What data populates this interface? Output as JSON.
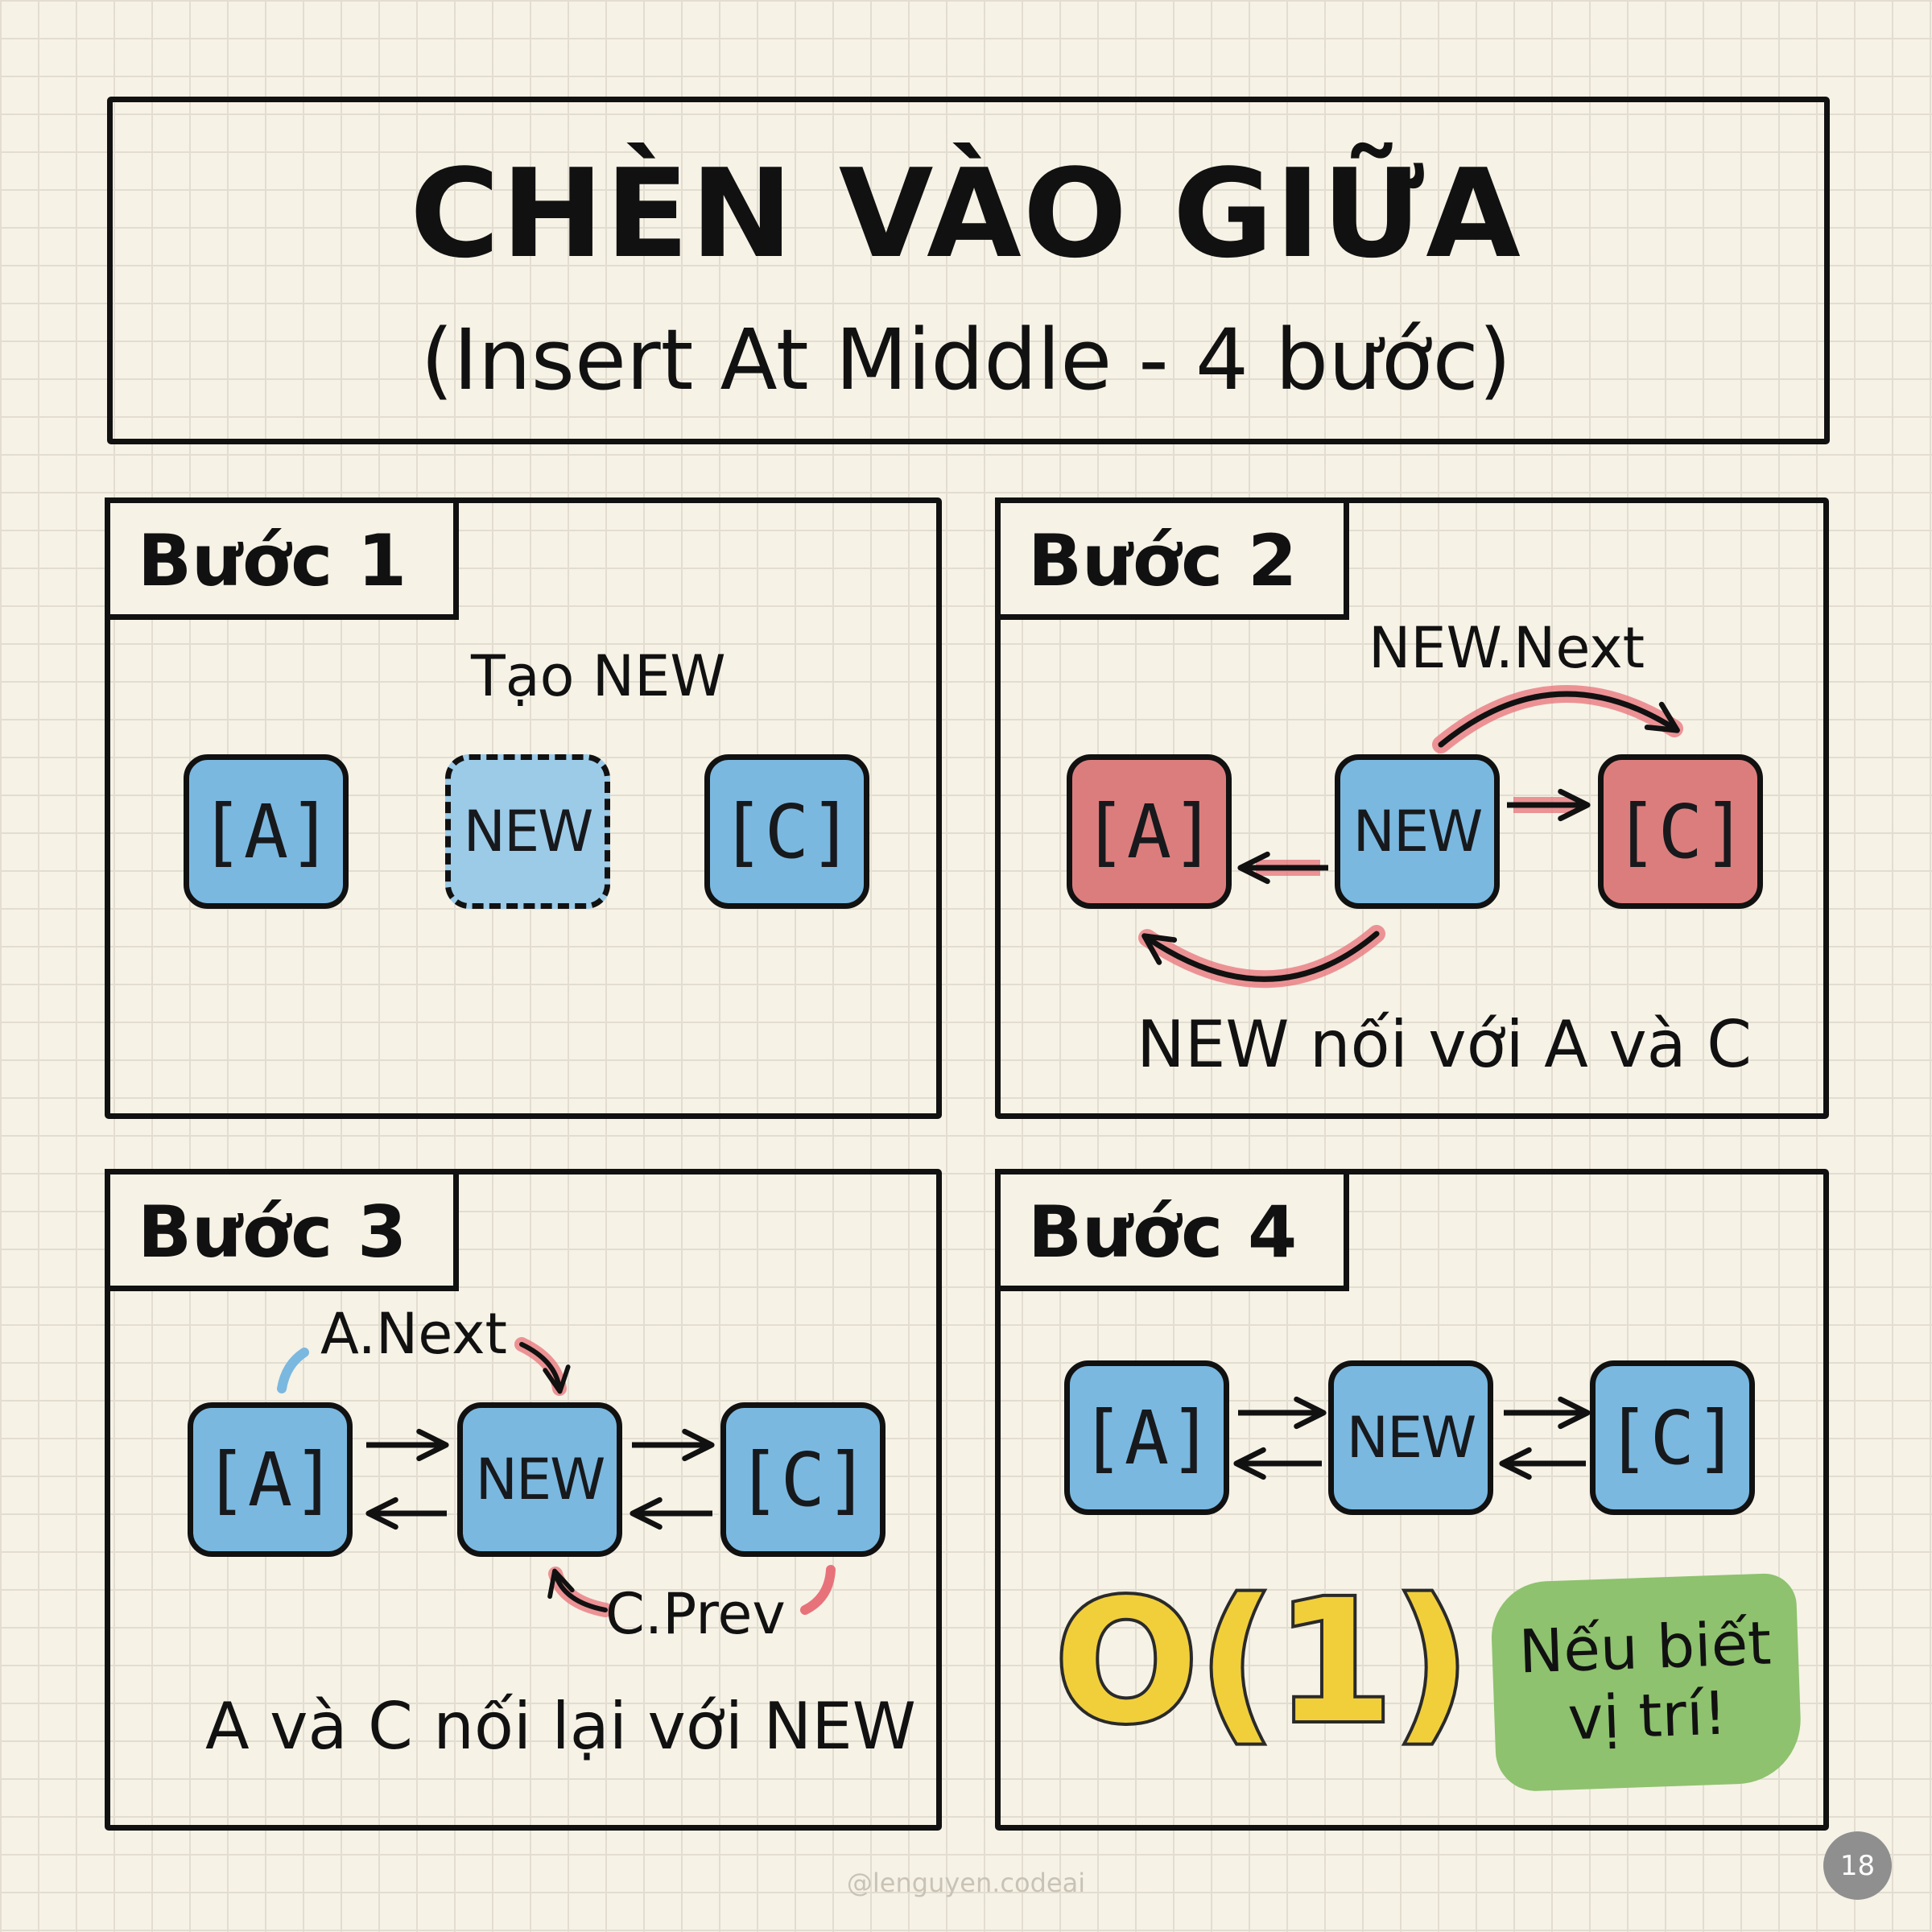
{
  "header": {
    "title": "CHÈN VÀO GIỮA",
    "subtitle": "(Insert At Middle - 4 bước)"
  },
  "steps": [
    {
      "tag": "Bước 1",
      "top_label": "Tạo NEW",
      "nodes": [
        "[A]",
        "NEW",
        "[C]"
      ]
    },
    {
      "tag": "Bước 2",
      "top_label": "NEW.Next",
      "nodes": [
        "[A]",
        "NEW",
        "[C]"
      ],
      "caption": "NEW nối với A và C"
    },
    {
      "tag": "Bước 3",
      "top_label": "A.Next",
      "bottom_label": "C.Prev",
      "nodes": [
        "[A]",
        "NEW",
        "[C]"
      ],
      "caption": "A và C nối lại với NEW"
    },
    {
      "tag": "Bước 4",
      "nodes": [
        "[A]",
        "NEW",
        "[C]"
      ],
      "complexity": "O(1)",
      "note_line1": "Nếu biết",
      "note_line2": "vị trí!"
    }
  ],
  "footer": {
    "handle": "@lenguyen.codeai",
    "page_number": "18"
  },
  "colors": {
    "node_blue": "#7ab8e0",
    "node_red": "#dc7d7d",
    "arrow_pink": "#e8727a",
    "complexity_yellow": "#f1cf3b",
    "note_green": "#8ec26e",
    "paper": "#f6f2e6"
  }
}
